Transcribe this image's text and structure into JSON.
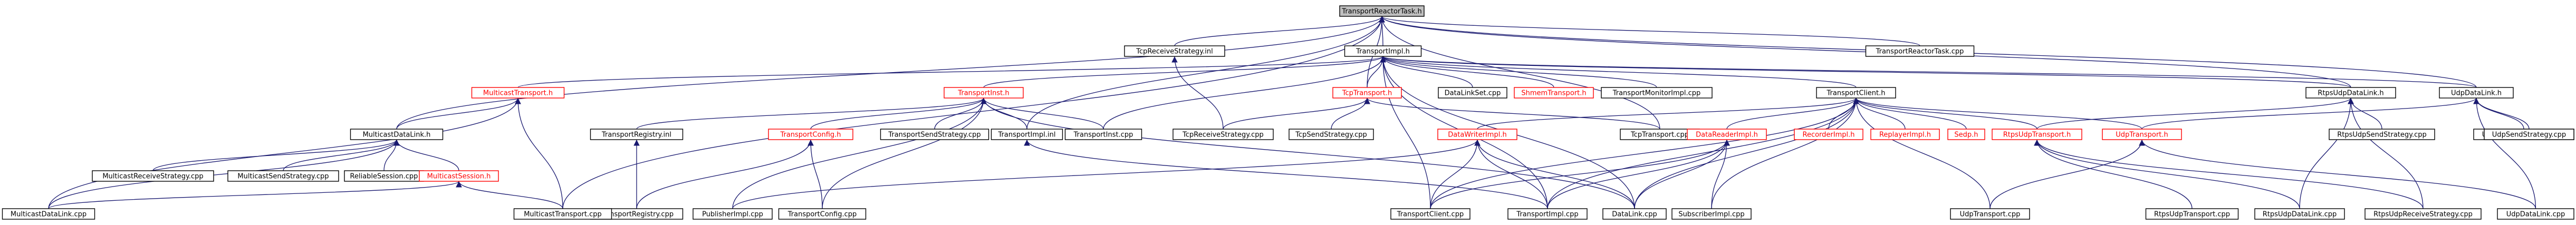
{
  "diagram": {
    "type": "include-dependency-graph",
    "arrow_color": "#191970",
    "highlight_color": "#bfbfbf",
    "link_color": "#ff0000",
    "nodes": [
      {
        "id": "n0",
        "label": "TransportReactorTask.h",
        "root": true
      },
      {
        "id": "n1",
        "label": "TcpReceiveStrategy.inl"
      },
      {
        "id": "n2",
        "label": "TransportImpl.h"
      },
      {
        "id": "n3",
        "label": "TransportReactorTask.cpp"
      },
      {
        "id": "n4",
        "label": "MulticastTransport.h",
        "red": true
      },
      {
        "id": "n5",
        "label": "TransportInst.h",
        "red": true
      },
      {
        "id": "n6",
        "label": "TcpTransport.h",
        "red": true
      },
      {
        "id": "n7",
        "label": "DataLinkSet.cpp"
      },
      {
        "id": "n8",
        "label": "ShmemTransport.h",
        "red": true
      },
      {
        "id": "n9",
        "label": "TransportMonitorImpl.cpp"
      },
      {
        "id": "n10",
        "label": "TransportClient.h"
      },
      {
        "id": "n11",
        "label": "RtpsUdpDataLink.h"
      },
      {
        "id": "n12",
        "label": "UdpDataLink.h"
      },
      {
        "id": "n13",
        "label": "MulticastDataLink.h"
      },
      {
        "id": "n14",
        "label": "TransportRegistry.inl"
      },
      {
        "id": "n15",
        "label": "TransportConfig.h",
        "red": true
      },
      {
        "id": "n16",
        "label": "TransportSendStrategy.cpp"
      },
      {
        "id": "n17",
        "label": "TransportImpl.inl"
      },
      {
        "id": "n18",
        "label": "TransportInst.cpp"
      },
      {
        "id": "n19",
        "label": "TcpReceiveStrategy.cpp"
      },
      {
        "id": "n20",
        "label": "TcpSendStrategy.cpp"
      },
      {
        "id": "n21",
        "label": "DataWriterImpl.h",
        "red": true
      },
      {
        "id": "n22",
        "label": "TcpTransport.cpp"
      },
      {
        "id": "n23",
        "label": "DataReaderImpl.h",
        "red": true
      },
      {
        "id": "n24",
        "label": "RecorderImpl.h",
        "red": true
      },
      {
        "id": "n25",
        "label": "ReplayerImpl.h",
        "red": true
      },
      {
        "id": "n26",
        "label": "Sedp.h",
        "red": true
      },
      {
        "id": "n27",
        "label": "RtpsUdpTransport.h",
        "red": true
      },
      {
        "id": "n28",
        "label": "UdpTransport.h",
        "red": true
      },
      {
        "id": "n29",
        "label": "RtpsUdpSendStrategy.cpp"
      },
      {
        "id": "n30",
        "label": "UdpReceiveStrategy.cpp"
      },
      {
        "id": "n31",
        "label": "UdpSendStrategy.cpp"
      },
      {
        "id": "n32",
        "label": "MulticastReceiveStrategy.cpp"
      },
      {
        "id": "n33",
        "label": "MulticastSendStrategy.cpp"
      },
      {
        "id": "n34",
        "label": "ReliableSession.cpp"
      },
      {
        "id": "n35",
        "label": "MulticastSession.h",
        "red": true
      },
      {
        "id": "n36",
        "label": "TransportRegistry.cpp"
      },
      {
        "id": "n37",
        "label": "PublisherImpl.cpp"
      },
      {
        "id": "n38",
        "label": "TransportConfig.cpp"
      },
      {
        "id": "n39",
        "label": "TransportClient.cpp"
      },
      {
        "id": "n40",
        "label": "TransportImpl.cpp"
      },
      {
        "id": "n41",
        "label": "DataLink.cpp"
      },
      {
        "id": "n42",
        "label": "SubscriberImpl.cpp"
      },
      {
        "id": "n43",
        "label": "UdpTransport.cpp"
      },
      {
        "id": "n44",
        "label": "RtpsUdpTransport.cpp"
      },
      {
        "id": "n45",
        "label": "RtpsUdpDataLink.cpp"
      },
      {
        "id": "n46",
        "label": "RtpsUdpReceiveStrategy.cpp"
      },
      {
        "id": "n47",
        "label": "UdpDataLink.cpp"
      },
      {
        "id": "n48",
        "label": "MulticastDataLink.cpp"
      },
      {
        "id": "n49",
        "label": "MulticastTransport.cpp"
      }
    ],
    "edges": [
      [
        "n1",
        "n0"
      ],
      [
        "n2",
        "n0"
      ],
      [
        "n3",
        "n0"
      ],
      [
        "n6",
        "n0"
      ],
      [
        "n11",
        "n0"
      ],
      [
        "n12",
        "n0"
      ],
      [
        "n13",
        "n0"
      ],
      [
        "n17",
        "n0"
      ],
      [
        "n22",
        "n0"
      ],
      [
        "n49",
        "n0"
      ],
      [
        "n4",
        "n2"
      ],
      [
        "n5",
        "n2"
      ],
      [
        "n6",
        "n2"
      ],
      [
        "n7",
        "n2"
      ],
      [
        "n8",
        "n2"
      ],
      [
        "n9",
        "n2"
      ],
      [
        "n10",
        "n2"
      ],
      [
        "n11",
        "n2"
      ],
      [
        "n12",
        "n2"
      ],
      [
        "n18",
        "n2"
      ],
      [
        "n39",
        "n2"
      ],
      [
        "n40",
        "n2"
      ],
      [
        "n41",
        "n2"
      ],
      [
        "n19",
        "n1"
      ],
      [
        "n13",
        "n4"
      ],
      [
        "n49",
        "n4"
      ],
      [
        "n48",
        "n4"
      ],
      [
        "n14",
        "n5"
      ],
      [
        "n15",
        "n5"
      ],
      [
        "n16",
        "n5"
      ],
      [
        "n17",
        "n5"
      ],
      [
        "n18",
        "n5"
      ],
      [
        "n37",
        "n5"
      ],
      [
        "n38",
        "n5"
      ],
      [
        "n41",
        "n5"
      ],
      [
        "n19",
        "n6"
      ],
      [
        "n20",
        "n6"
      ],
      [
        "n22",
        "n6"
      ],
      [
        "n21",
        "n10"
      ],
      [
        "n23",
        "n10"
      ],
      [
        "n24",
        "n10"
      ],
      [
        "n25",
        "n10"
      ],
      [
        "n26",
        "n10"
      ],
      [
        "n27",
        "n10"
      ],
      [
        "n28",
        "n10"
      ],
      [
        "n39",
        "n10"
      ],
      [
        "n40",
        "n10"
      ],
      [
        "n41",
        "n10"
      ],
      [
        "n42",
        "n10"
      ],
      [
        "n43",
        "n10"
      ],
      [
        "n27",
        "n11"
      ],
      [
        "n29",
        "n11"
      ],
      [
        "n45",
        "n11"
      ],
      [
        "n46",
        "n11"
      ],
      [
        "n28",
        "n12"
      ],
      [
        "n30",
        "n12"
      ],
      [
        "n31",
        "n12"
      ],
      [
        "n47",
        "n12"
      ],
      [
        "n32",
        "n13"
      ],
      [
        "n33",
        "n13"
      ],
      [
        "n34",
        "n13"
      ],
      [
        "n35",
        "n13"
      ],
      [
        "n48",
        "n13"
      ],
      [
        "n36",
        "n14"
      ],
      [
        "n38",
        "n15"
      ],
      [
        "n36",
        "n15"
      ],
      [
        "n39",
        "n21"
      ],
      [
        "n40",
        "n21"
      ],
      [
        "n41",
        "n21"
      ],
      [
        "n37",
        "n21"
      ],
      [
        "n39",
        "n23"
      ],
      [
        "n40",
        "n23"
      ],
      [
        "n41",
        "n23"
      ],
      [
        "n42",
        "n23"
      ],
      [
        "n44",
        "n27"
      ],
      [
        "n45",
        "n27"
      ],
      [
        "n46",
        "n27"
      ],
      [
        "n43",
        "n28"
      ],
      [
        "n47",
        "n28"
      ],
      [
        "n48",
        "n35"
      ],
      [
        "n49",
        "n35"
      ],
      [
        "n40",
        "n17"
      ]
    ]
  }
}
